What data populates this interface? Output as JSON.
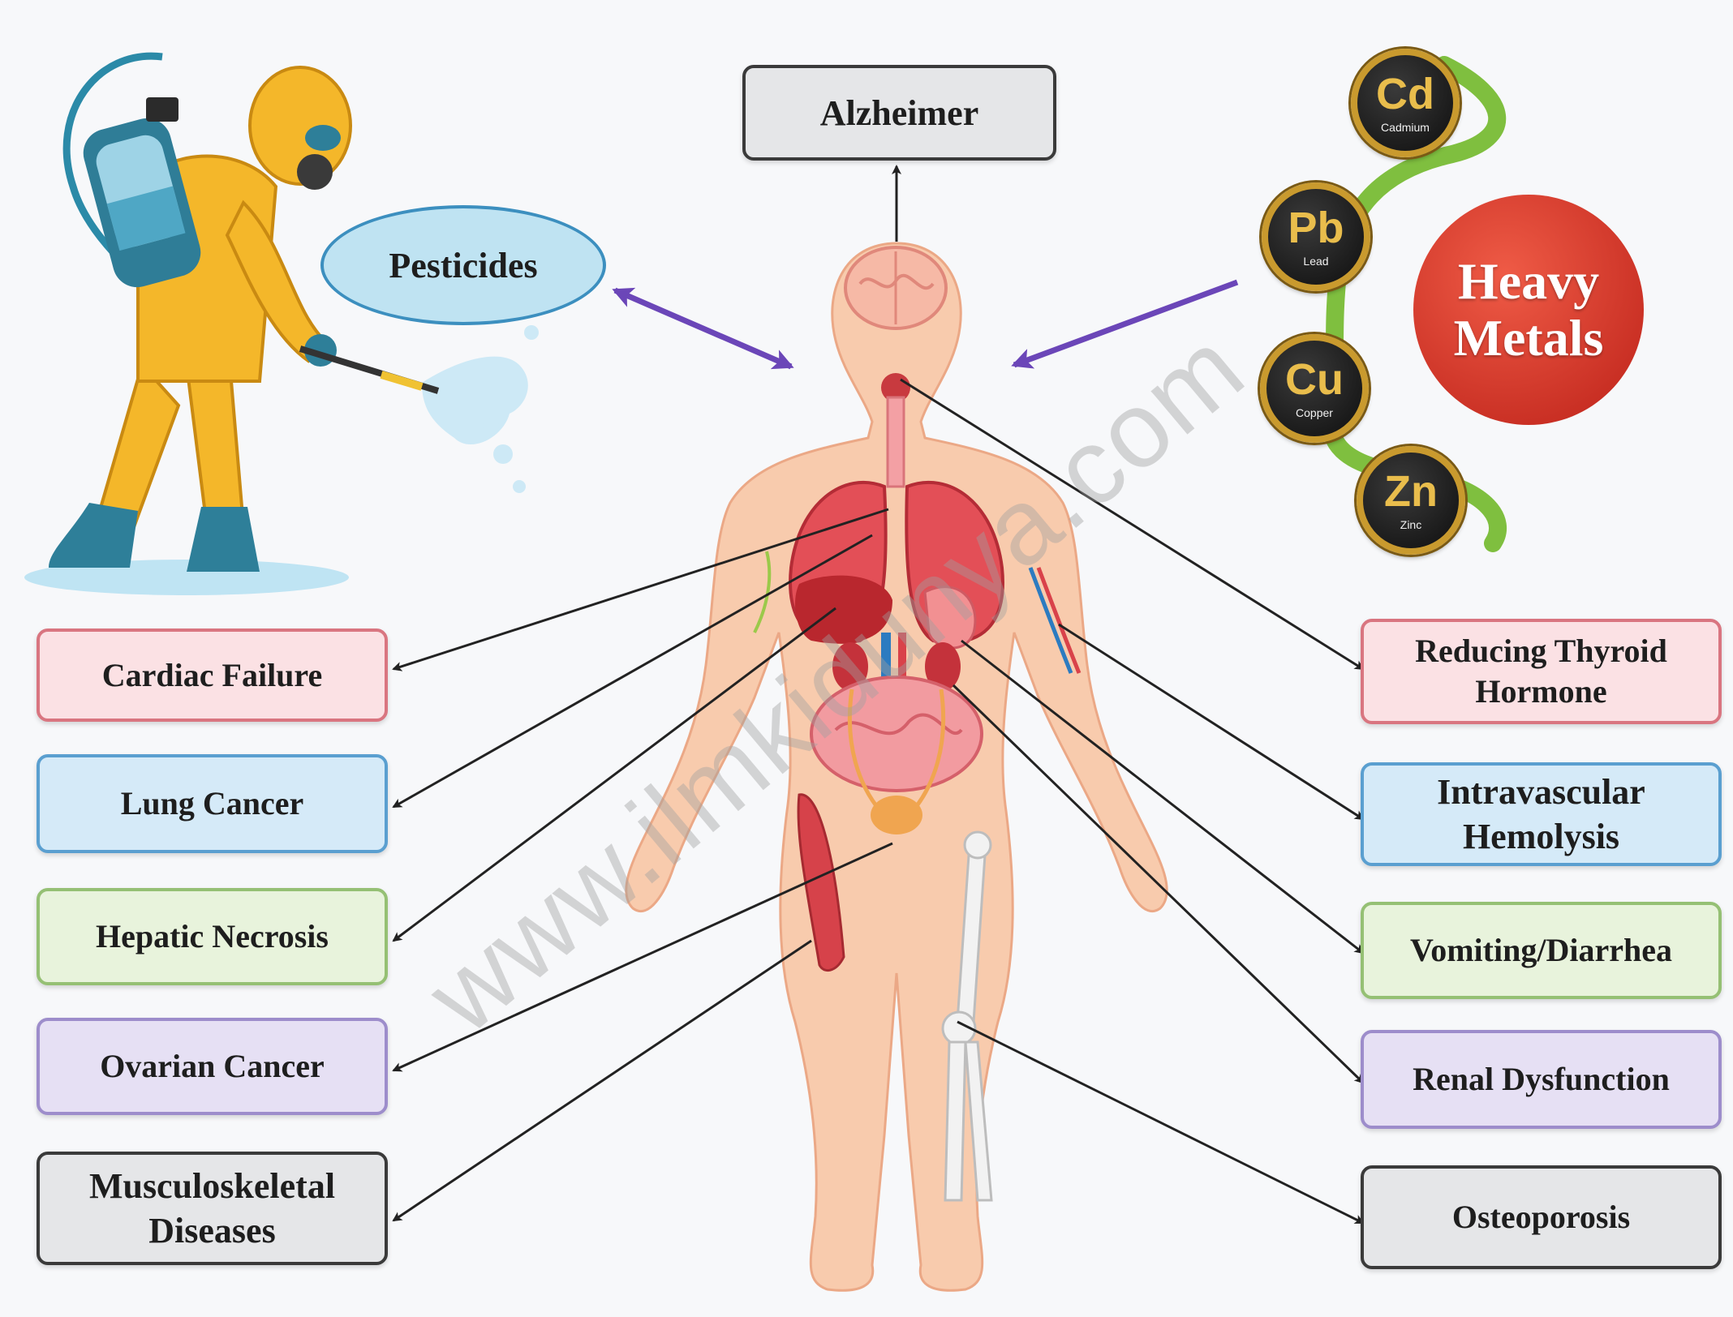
{
  "center": {
    "label": "Alzheimer"
  },
  "sources": {
    "pesticides": "Pesticides",
    "heavy_metals": "Heavy Metals",
    "metals": [
      {
        "symbol": "Cd",
        "name": "Cadmium"
      },
      {
        "symbol": "Pb",
        "name": "Lead"
      },
      {
        "symbol": "Cu",
        "name": "Copper"
      },
      {
        "symbol": "Zn",
        "name": "Zinc"
      }
    ]
  },
  "effects_left": [
    {
      "label": "Cardiac Failure"
    },
    {
      "label": "Lung Cancer"
    },
    {
      "label": "Hepatic Necrosis"
    },
    {
      "label": "Ovarian Cancer"
    },
    {
      "label": "Musculoskeletal Diseases"
    }
  ],
  "effects_right": [
    {
      "label": "Reducing Thyroid Hormone"
    },
    {
      "label": "Intravascular Hemolysis"
    },
    {
      "label": "Vomiting/Diarrhea"
    },
    {
      "label": "Renal Dysfunction"
    },
    {
      "label": "Osteoporosis"
    }
  ],
  "watermark": "www.ilmkidunya.com",
  "colors": {
    "arrow_purple": "#6b46b8",
    "heavy_metals_red": "#d8392a",
    "pesticides_blue": "#bfe3f2",
    "body_skin": "#f8cbad",
    "organ_red": "#d9424a",
    "coin_chain_green": "#7fbf3f"
  },
  "icons": [
    "pesticide-sprayer-worker-icon",
    "human-anatomy-body-icon",
    "element-coin-icon"
  ]
}
